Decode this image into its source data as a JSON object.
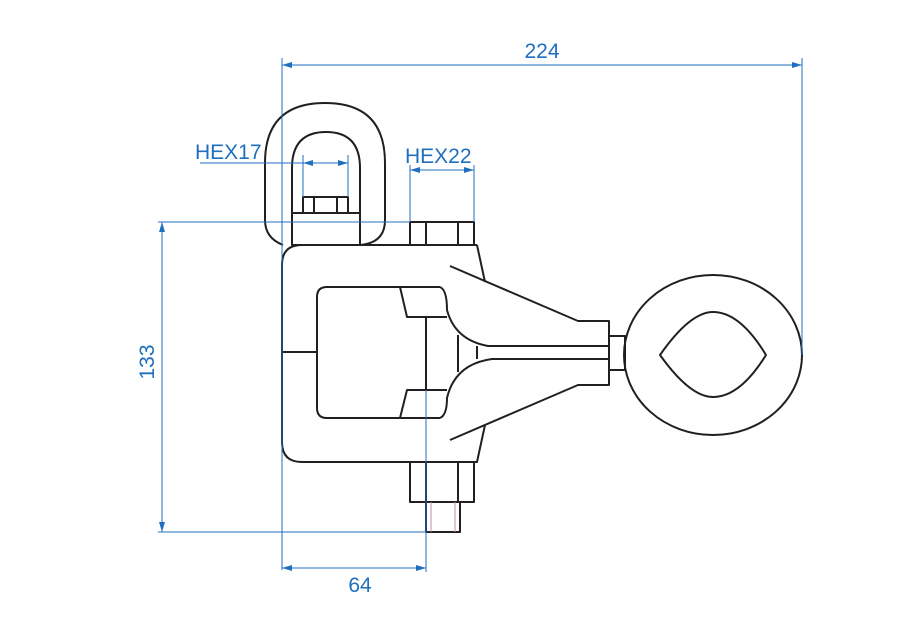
{
  "drawing": {
    "dimensions": {
      "overall_width": "224",
      "height": "133",
      "jaw_offset": "64",
      "hex_eye_nut": "HEX17",
      "hex_bolt": "HEX22"
    },
    "colors": {
      "outline": "#231f20",
      "dimension": "#1f6fbf",
      "thread": "#c58ab5"
    }
  }
}
